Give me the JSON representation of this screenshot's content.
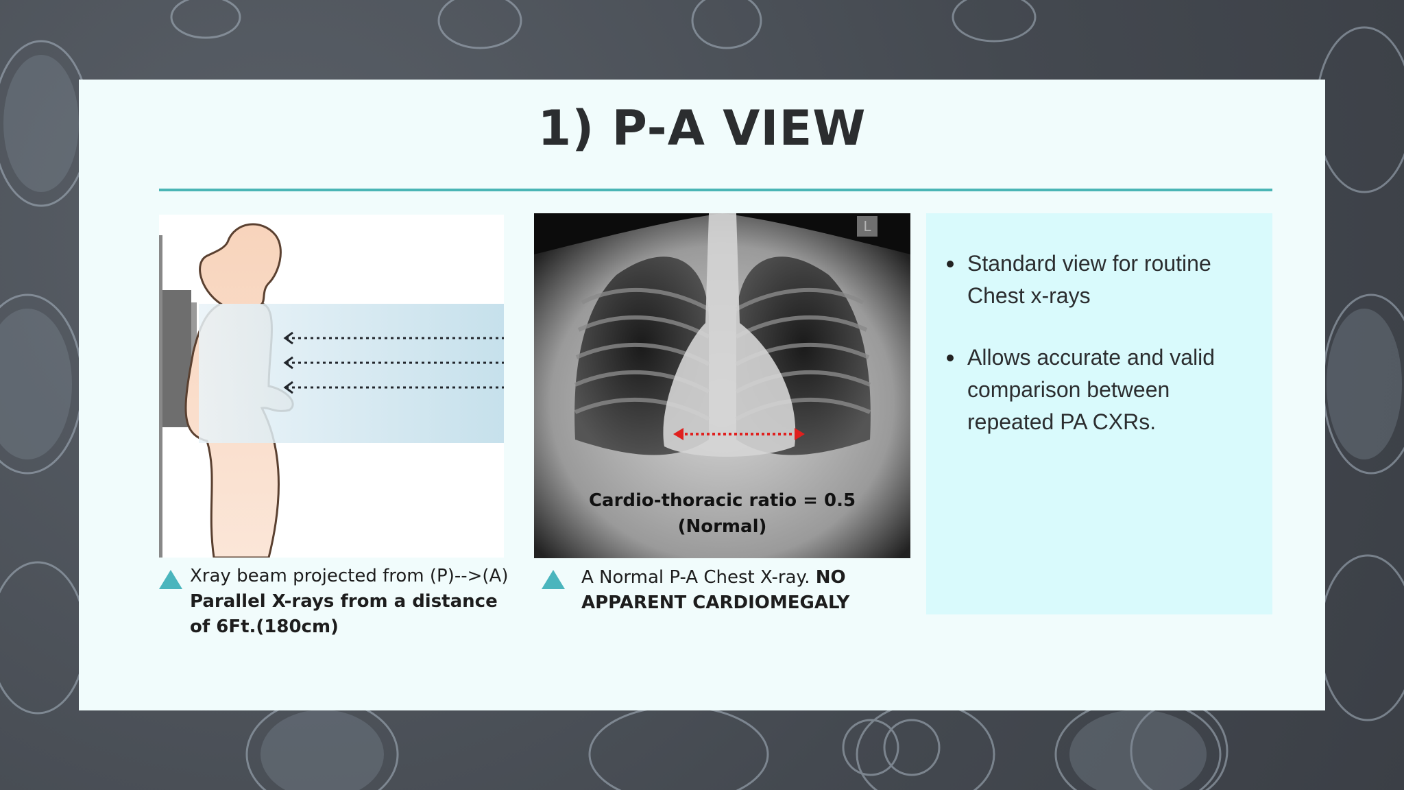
{
  "slide": {
    "title": "1) P-A VIEW",
    "accent_color": "#4ab5b5",
    "background_color": "#f1fcfc"
  },
  "diagram": {
    "icon": "patient-xray-positioning-illustration",
    "caption_line1": "Xray beam projected from (P)-->(A)",
    "caption_bold": "Parallel X-rays from a distance of 6Ft.(180cm)"
  },
  "xray": {
    "icon": "chest-xray-image",
    "overlay_text_line1": "Cardio-thoracic ratio = 0.5",
    "overlay_text_line2": "(Normal)",
    "marker": "L",
    "caption_normal": "A Normal P-A Chest X-ray.",
    "caption_bold": "NO APPARENT CARDIOMEGALY"
  },
  "bullets": [
    {
      "text": "Standard view for routine Chest x-rays"
    },
    {
      "text": "Allows accurate and valid comparison between repeated PA CXRs."
    }
  ]
}
